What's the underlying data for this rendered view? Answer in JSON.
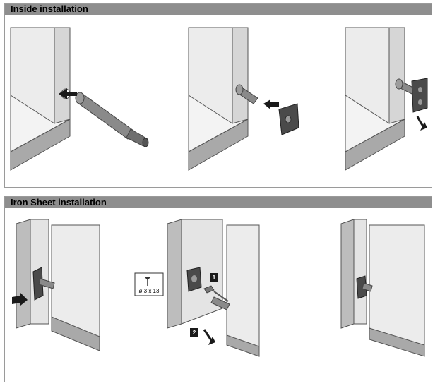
{
  "sections": [
    {
      "title": "Inside installation"
    },
    {
      "title": "Iron Sheet installation"
    }
  ],
  "screw_spec": "ø 3 x 13",
  "steps": [
    "1",
    "2"
  ],
  "colors": {
    "header_bg": "#8e8e8e",
    "panel_face": "#e4e4e4",
    "panel_edge": "#bdbdbd",
    "panel_dark": "#9a9a9a",
    "outline": "#555555",
    "part_dark": "#4a4a4a",
    "part_mid": "#8a8a8a",
    "arrow": "#1a1a1a"
  }
}
